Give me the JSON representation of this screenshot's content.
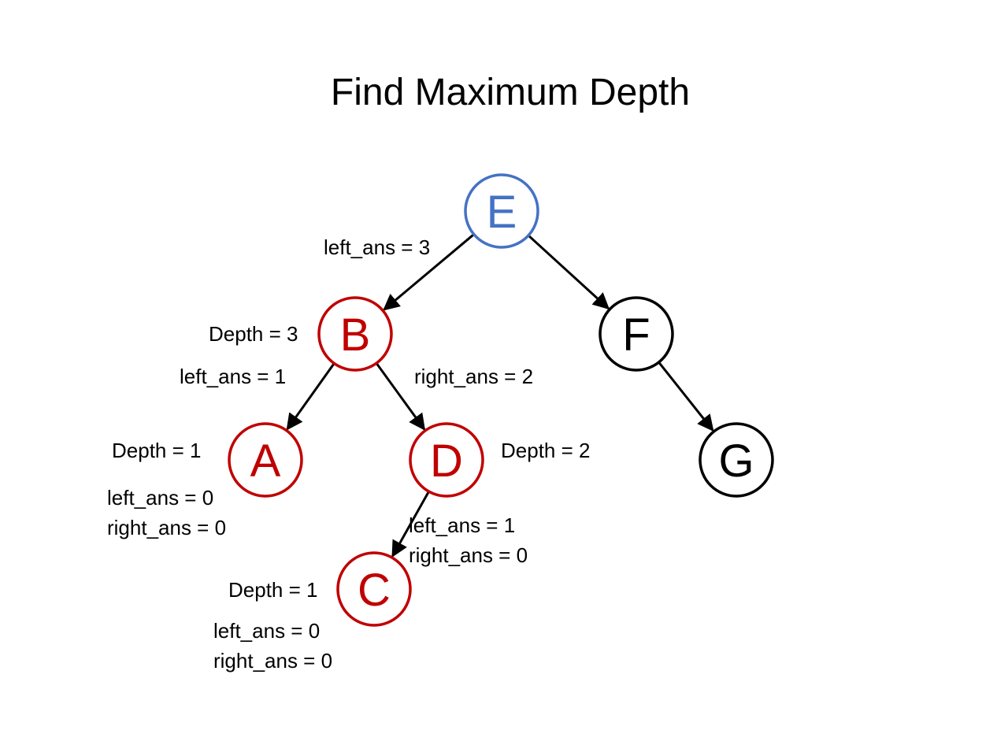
{
  "title": "Find Maximum Depth",
  "colors": {
    "visiting": "#4472C4",
    "visited": "#C00000",
    "unvisited": "#000000",
    "edge": "#000000"
  },
  "nodes": {
    "E": {
      "letter": "E",
      "state": "visiting"
    },
    "B": {
      "letter": "B",
      "state": "visited"
    },
    "F": {
      "letter": "F",
      "state": "unvisited"
    },
    "A": {
      "letter": "A",
      "state": "visited"
    },
    "D": {
      "letter": "D",
      "state": "visited"
    },
    "G": {
      "letter": "G",
      "state": "unvisited"
    },
    "C": {
      "letter": "C",
      "state": "visited"
    }
  },
  "edges": [
    {
      "from": "E",
      "to": "B"
    },
    {
      "from": "E",
      "to": "F"
    },
    {
      "from": "B",
      "to": "A"
    },
    {
      "from": "B",
      "to": "D"
    },
    {
      "from": "F",
      "to": "G"
    },
    {
      "from": "D",
      "to": "C"
    }
  ],
  "labels": {
    "e_left_ans": "left_ans = 3",
    "b_depth": "Depth = 3",
    "b_left_ans": "left_ans = 1",
    "b_right_ans": "right_ans = 2",
    "a_depth": "Depth = 1",
    "a_left_ans": "left_ans = 0",
    "a_right_ans": "right_ans = 0",
    "d_depth": "Depth = 2",
    "d_left_ans": "left_ans = 1",
    "d_right_ans": "right_ans = 0",
    "c_depth": "Depth = 1",
    "c_left_ans": "left_ans = 0",
    "c_right_ans": "right_ans = 0"
  }
}
